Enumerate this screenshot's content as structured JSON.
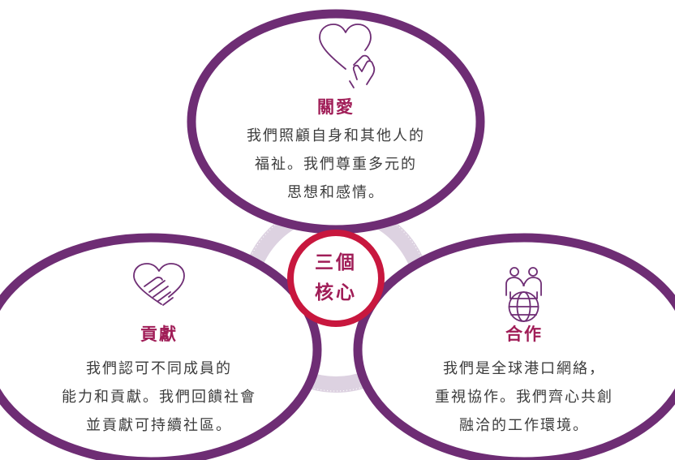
{
  "colors": {
    "ring": "#6e2d74",
    "accent": "#a01d57",
    "center_ring": "#c8173e",
    "connector": "#ddd2e1",
    "text": "#3c3c3c",
    "icon_stroke": "#6e2d74"
  },
  "center": {
    "line1": "三個",
    "line2": "核心"
  },
  "values": [
    {
      "key": "care",
      "icon": "heart-hand-icon",
      "title": "關愛",
      "lines": [
        "我們照顧自身和其他人的",
        "福祉。我們尊重多元的",
        "思想和感情。"
      ]
    },
    {
      "key": "contribution",
      "icon": "handshake-heart-icon",
      "title": "貢獻",
      "lines": [
        "我們認可不同成員的",
        "能力和貢獻。我們回饋社會",
        "並貢獻可持續社區。"
      ]
    },
    {
      "key": "collaboration",
      "icon": "people-globe-icon",
      "title": "合作",
      "lines": [
        "我們是全球港口網絡，",
        "重視協作。我們齊心共創",
        "融洽的工作環境。"
      ]
    }
  ]
}
